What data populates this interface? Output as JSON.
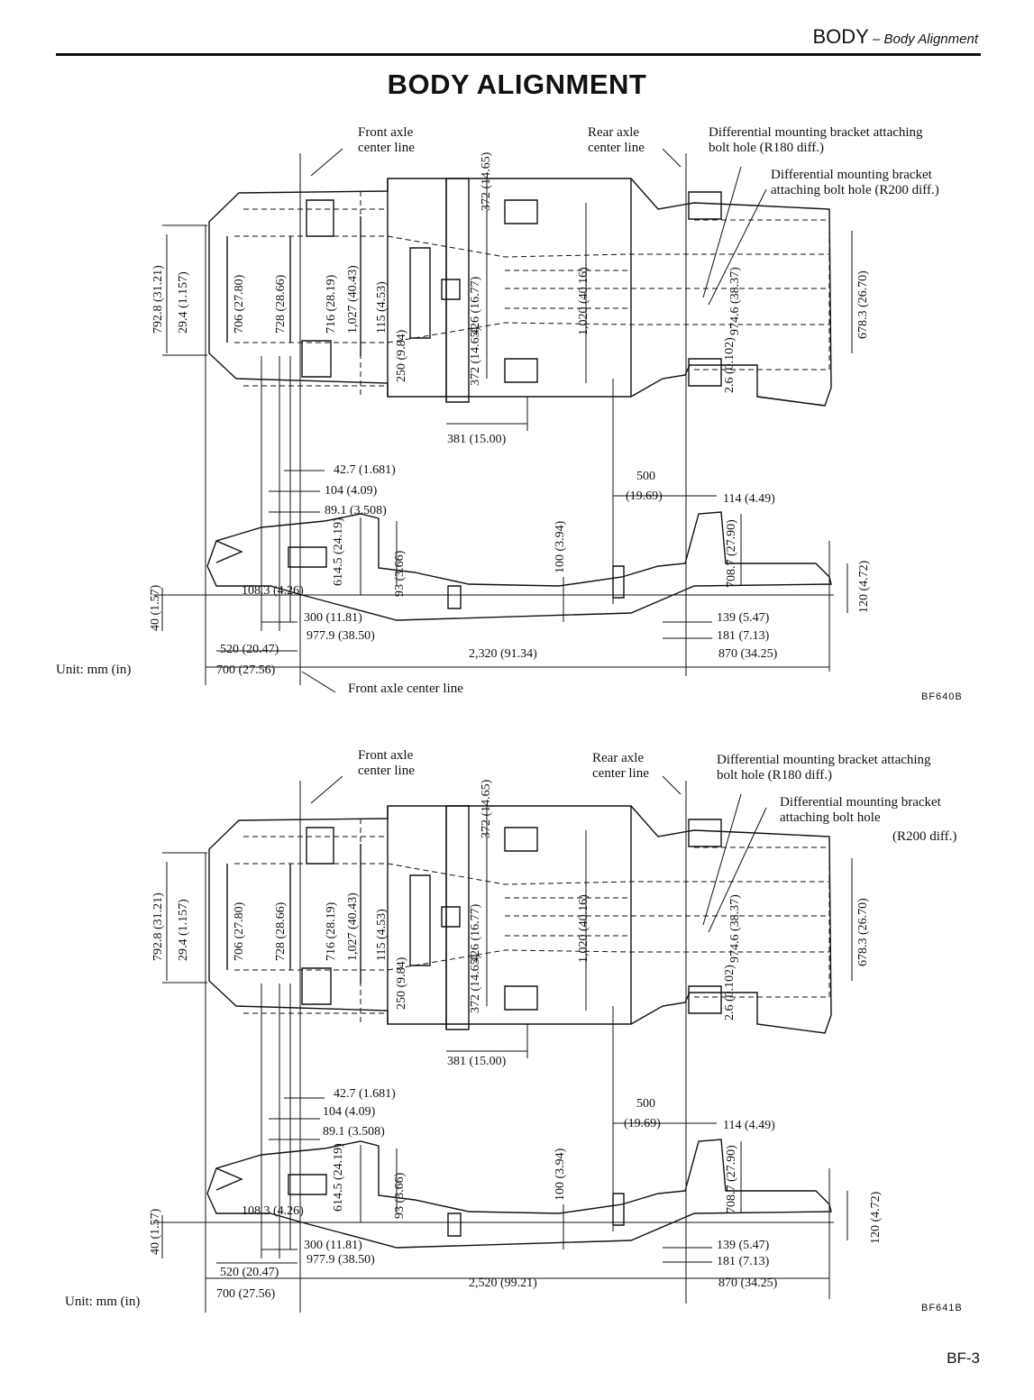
{
  "header": {
    "section": "BODY",
    "separator": " – ",
    "subsection": "Body Alignment"
  },
  "title": "BODY ALIGNMENT",
  "page_number": "BF-3",
  "figures": [
    {
      "code": "BF640B",
      "unit": "Unit:  mm (in)",
      "labels": {
        "front_axle": [
          "Front axle",
          "center line"
        ],
        "rear_axle": [
          "Rear axle",
          "center line"
        ],
        "diff_r180": [
          "Differential mounting bracket attaching",
          "bolt hole (R180 diff.)"
        ],
        "diff_r200": [
          "Differential mounting bracket",
          "attaching bolt hole (R200 diff.)"
        ],
        "front_axle_bottom": "Front axle center line"
      },
      "top_dims": {
        "d3721465": "372 (14.65)",
        "d7928": "792.8 (31.21)",
        "d294": "29.4 (1.157)",
        "d706": "706 (27.80)",
        "d728": "728 (28.66)",
        "d716": "716 (28.19)",
        "d1027": "1,027 (40.43)",
        "d115": "115 (4.53)",
        "d250": "250 (9.84)",
        "d426": "426 (16.77)",
        "d372b": "372 (14.65)",
        "d1020": "1,020 (40.16)",
        "d9746": "974.6 (38.37)",
        "d26": "2.6 (0.102)",
        "d6783": "678.3 (26.70)",
        "d381": "381 (15.00)"
      },
      "side_dims": {
        "d427": "42.7 (1.681)",
        "d104": "104 (4.09)",
        "d891": "89.1 (3.508)",
        "d500a": "500",
        "d500b": "(19.69)",
        "d114": "114 (4.49)",
        "d100": "100 (3.94)",
        "d93": "93 (3.66)",
        "d6145": "614.5 (24.19)",
        "d7087": "708.7 (27.90)",
        "d40": "40 (1.57)",
        "d1083": "108.3 (4.26)",
        "d120": "120 (4.72)",
        "d300": "300 (11.81)",
        "d9779": "977.9 (38.50)",
        "d139": "139 (5.47)",
        "d181": "181 (7.13)",
        "d520": "520 (20.47)",
        "d2320": "2,320 (91.34)",
        "d870": "870 (34.25)",
        "d700": "700 (27.56)"
      }
    },
    {
      "code": "BF641B",
      "unit": "Unit:  mm (in)",
      "labels": {
        "front_axle": [
          "Front axle",
          "center line"
        ],
        "rear_axle": [
          "Rear axle",
          "center line"
        ],
        "diff_r180": [
          "Differential mounting bracket attaching",
          "bolt hole (R180 diff.)"
        ],
        "diff_r200": [
          "Differential mounting bracket",
          "attaching  bolt hole",
          "(R200 diff.)"
        ]
      },
      "top_dims": {
        "d3721465": "372 (14.65)",
        "d7928": "792.8 (31.21)",
        "d294": "29.4 (1.157)",
        "d706": "706 (27.80)",
        "d728": "728 (28.66)",
        "d716": "716 (28.19)",
        "d1027": "1,027 (40.43)",
        "d115": "115 (4.53)",
        "d250": "250 (9.84)",
        "d426": "426 (16.77)",
        "d372b": "372 (14.65)",
        "d1020": "1,020 (40.16)",
        "d9746": "974.6 (38.37)",
        "d26": "2.6 (0.102)",
        "d6783": "678.3 (26.70)",
        "d381": "381 (15.00)"
      },
      "side_dims": {
        "d427": "42.7 (1.681)",
        "d104": "104 (4.09)",
        "d891": "89.1 (3.508)",
        "d500a": "500",
        "d500b": "(19.69)",
        "d114": "114 (4.49)",
        "d100": "100 (3.94)",
        "d93": "93 (3.66)",
        "d6145": "614.5 (24.19)",
        "d7087": "708.7 (27.90)",
        "d40": "40 (1.57)",
        "d1083": "108.3 (4.26)",
        "d120": "120 (4.72)",
        "d300": "300 (11.81)",
        "d9779": "977.9 (38.50)",
        "d139": "139 (5.47)",
        "d181": "181 (7.13)",
        "d520": "520 (20.47)",
        "d2520": "2,520 (99.21)",
        "d870": "870 (34.25)",
        "d700": "700 (27.56)"
      }
    }
  ]
}
